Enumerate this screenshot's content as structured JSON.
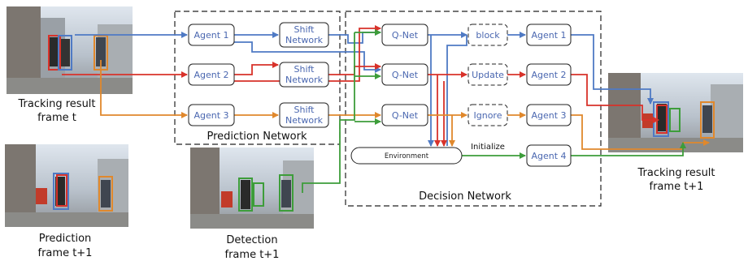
{
  "diagram": {
    "regions": {
      "prediction": "Prediction Network",
      "decision": "Decision Network"
    },
    "prediction_agents": [
      "Agent 1",
      "Agent 2",
      "Agent 3"
    ],
    "shift": {
      "line1": "Shift",
      "line2": "Network"
    },
    "qnet": [
      "Q-Net",
      "Q-Net",
      "Q-Net"
    ],
    "actions": [
      "block",
      "Update",
      "Ignore"
    ],
    "output_agents": [
      "Agent 1",
      "Agent 2",
      "Agent 3",
      "Agent 4"
    ],
    "environment": "Environment",
    "initialize": "Initialize"
  },
  "captions": {
    "tracking_t": {
      "line1": "Tracking result",
      "line2": "frame t"
    },
    "prediction": {
      "line1": "Prediction",
      "line2": "frame t+1"
    },
    "detection": {
      "line1": "Detection",
      "line2": "frame t+1"
    },
    "tracking_t1": {
      "line1": "Tracking result",
      "line2": "frame t+1"
    }
  },
  "colors": {
    "agent1": "#4f7ac4",
    "agent2": "#d8322a",
    "agent3": "#e0882c",
    "agent4": "#3d9d3a"
  }
}
